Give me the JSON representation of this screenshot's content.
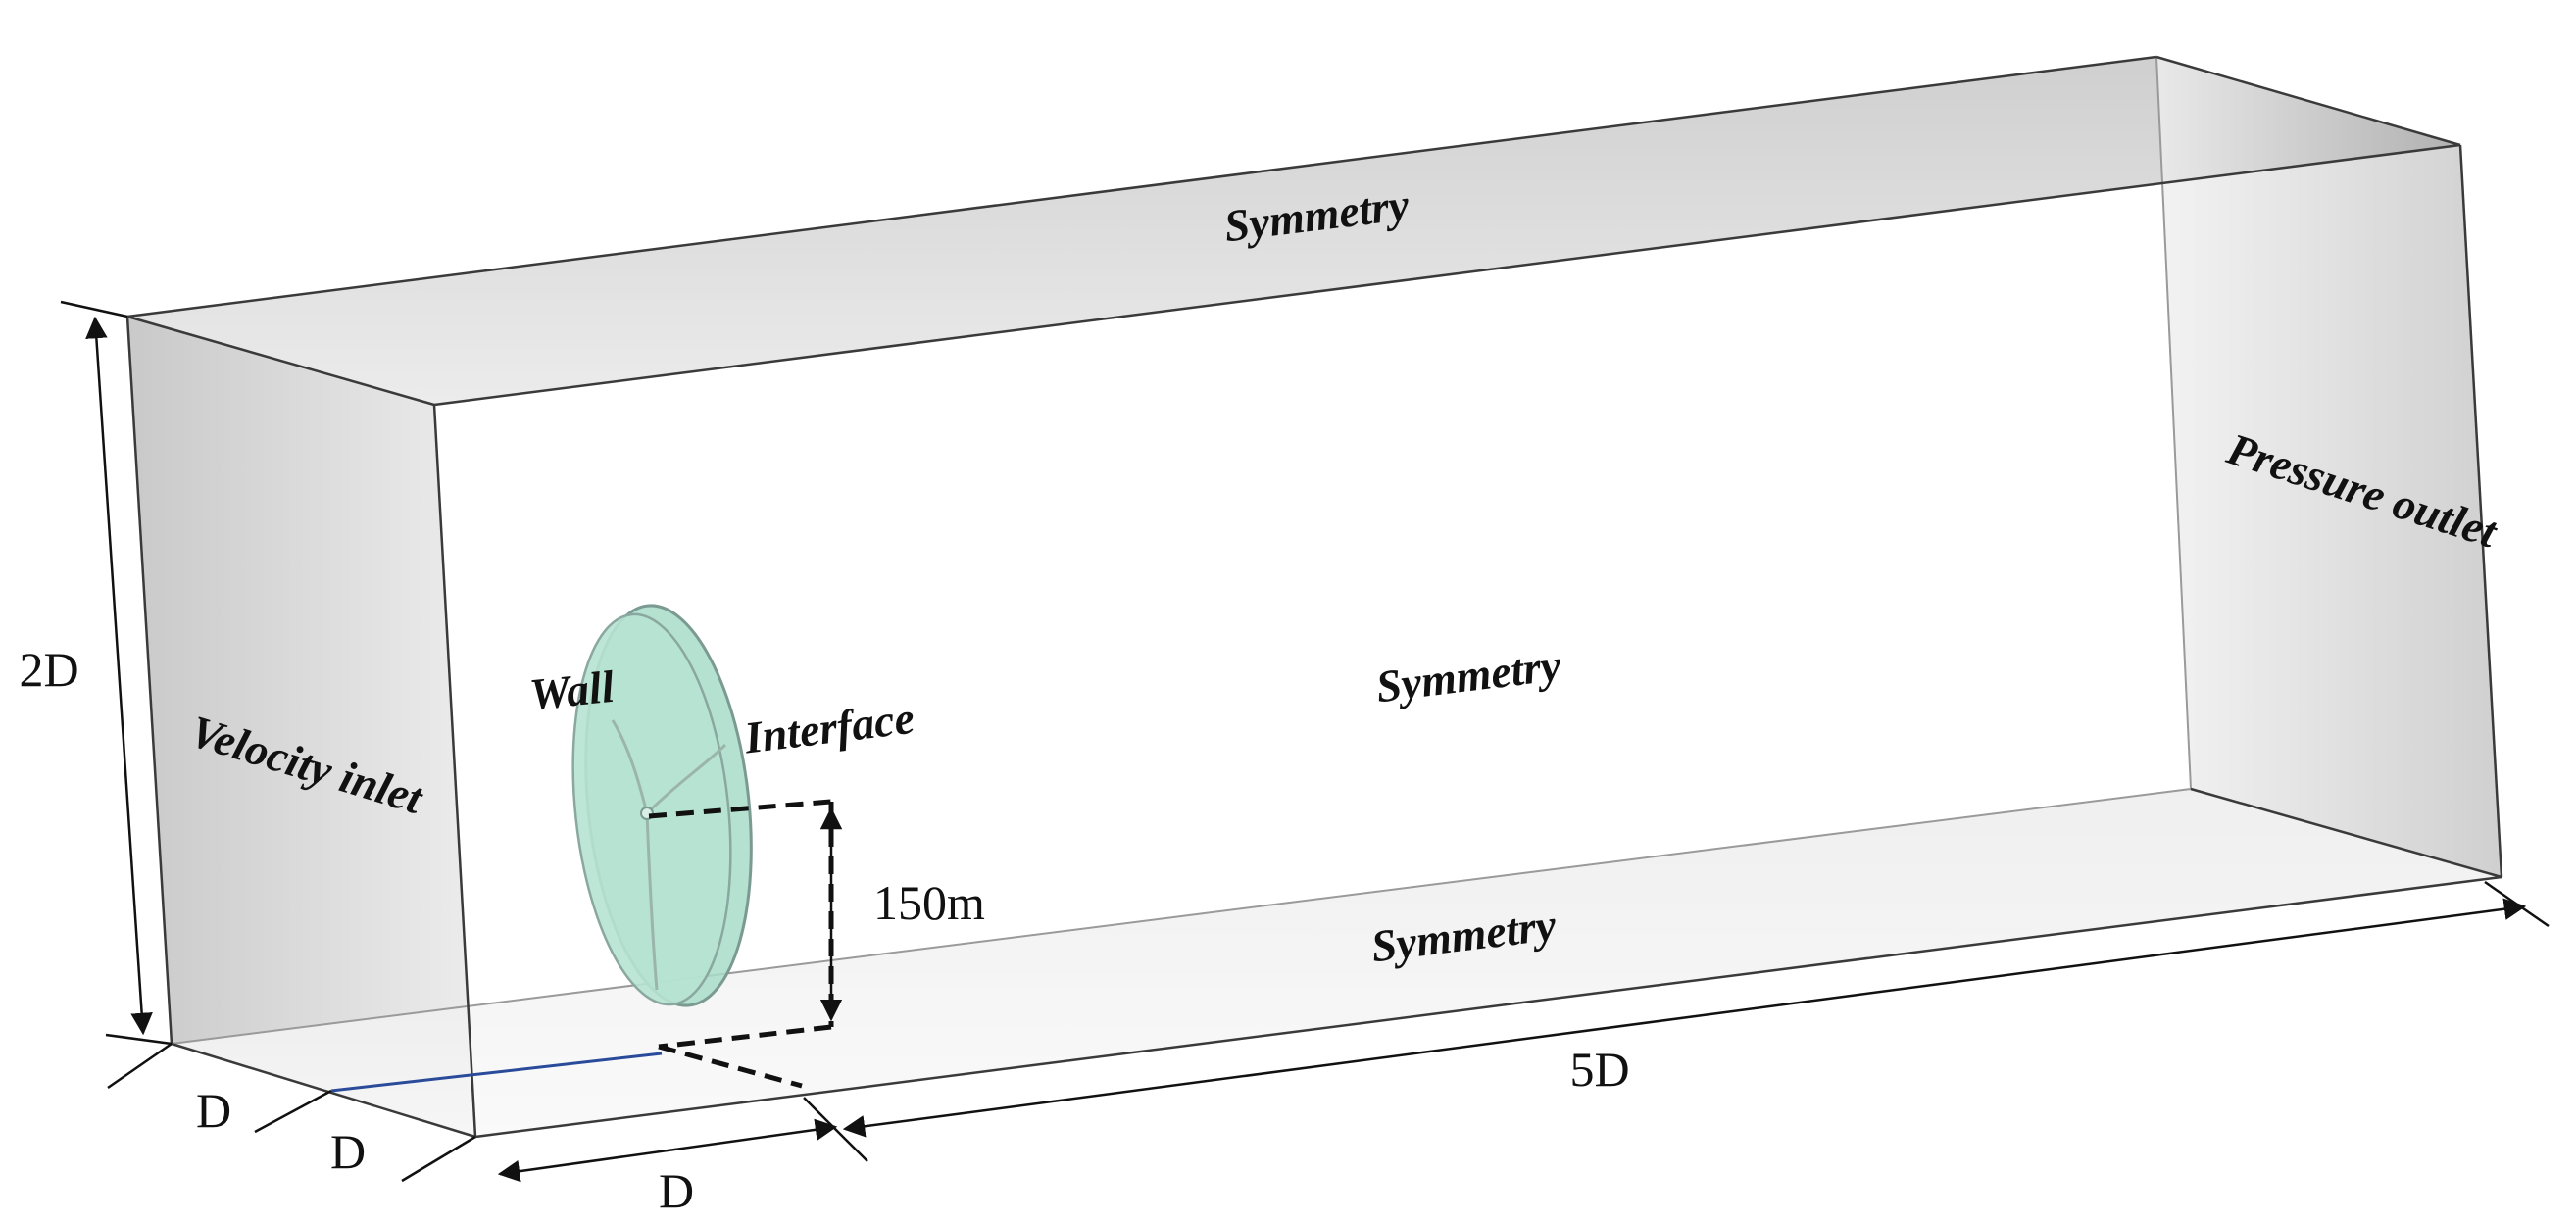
{
  "labels": {
    "top_face": "Symmetry",
    "back_face": "Symmetry",
    "bottom_face": "Symmetry",
    "inlet_face": "Velocity inlet",
    "outlet_face": "Pressure outlet",
    "rotor_wall": "Wall",
    "rotor_interface": "Interface"
  },
  "dimensions": {
    "height": "2D",
    "hub_height": "150m",
    "length": "5D",
    "width_front": "D",
    "width_back": "D",
    "rotor_offset": "D"
  },
  "colors": {
    "rotor_fill": "#a8dcc8",
    "rotor_edge": "#7a9a92",
    "inlet_face": "#d2d2d2",
    "top_face": "#dcdcdc",
    "outlet_face": "#bdbdbd",
    "bottom_face": "#eeeeee",
    "inlet_line": "#2a4a9a"
  }
}
